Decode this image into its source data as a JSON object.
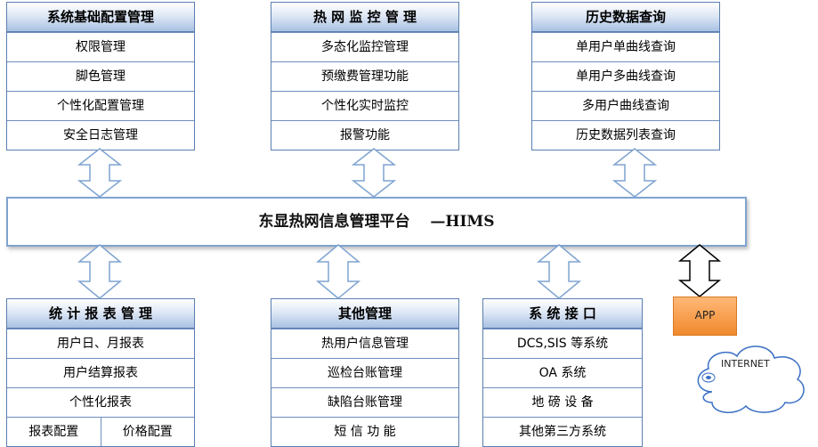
{
  "top_modules": [
    {
      "title": "系统基础配置管理",
      "items": [
        "权限管理",
        "脚色管理",
        "个性化配置管理",
        "安全日志管理"
      ]
    },
    {
      "title": "热 网 监 控 管 理",
      "items": [
        "多态化监控管理",
        "预缴费管理功能",
        "个性化实时监控",
        "报警功能"
      ]
    },
    {
      "title": "历史数据查询",
      "items": [
        "单用户单曲线查询",
        "单用户多曲线查询",
        "多用户曲线查询",
        "历史数据列表查询"
      ]
    }
  ],
  "platform_label": "东显热网信息管理平台　 —HIMS",
  "bottom_modules": [
    {
      "title": "统 计 报 表 管 理",
      "items": [
        "用户日、月报表",
        "用户结算报表",
        "个性化报表"
      ],
      "split_items": [
        "报表配置",
        "价格配置"
      ]
    },
    {
      "title": "其他管理",
      "items": [
        "热用户信息管理",
        "巡检台账管理",
        "缺陷台账管理",
        "短 信 功 能"
      ]
    },
    {
      "title": "系 统 接 口",
      "items": [
        "DCS,SIS 等系统",
        "OA 系统",
        "地 磅 设 备",
        "其他第三方系统"
      ]
    }
  ],
  "app_label": "APP",
  "internet_label": "INTERNET",
  "colors": {
    "border": "#5a7fb0",
    "header_grad_bottom": "#a9c1e3",
    "app_fill": "#f0892c",
    "arrow_stroke": "#7fa3d0"
  }
}
